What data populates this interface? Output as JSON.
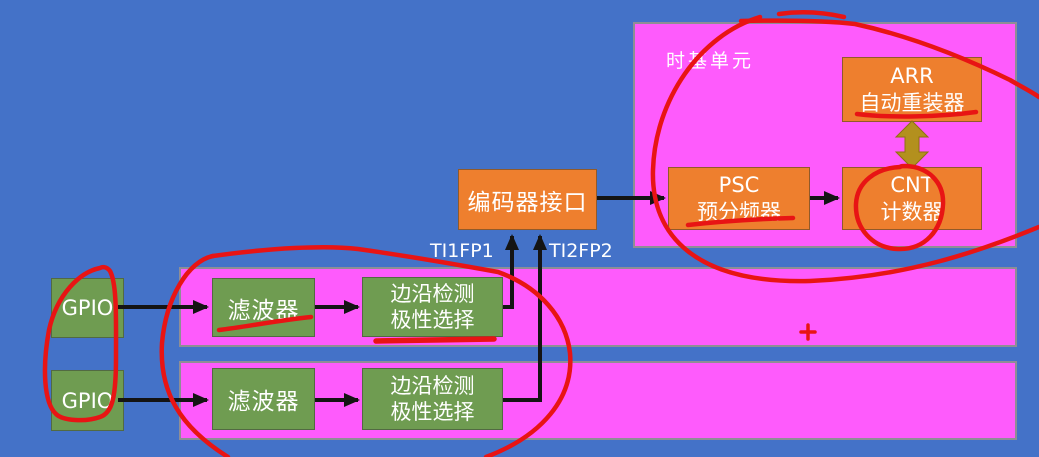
{
  "colors": {
    "blue": "#4472c8",
    "magenta": "#fe5bfc",
    "orange": "#ee7f2e",
    "green": "#6f9c51",
    "white": "#ffffff",
    "red": "#e81414",
    "olive": "#b3901e",
    "black": "#141414"
  },
  "timebase": {
    "title": "时基单元",
    "psc_line1": "PSC",
    "psc_line2": "预分频器",
    "cnt_line1": "CNT",
    "cnt_line2": "计数器",
    "arr_line1": "ARR",
    "arr_line2": "自动重装器"
  },
  "encoder": {
    "label": "编码器接口"
  },
  "signals": {
    "ti1fp1": "TI1FP1",
    "ti2fp2": "TI2FP2"
  },
  "channels": [
    {
      "gpio": "GPIO",
      "filter": "滤波器",
      "edge_line1": "边沿检测",
      "edge_line2": "极性选择"
    },
    {
      "gpio": "GPIO",
      "filter": "滤波器",
      "edge_line1": "边沿检测",
      "edge_line2": "极性选择"
    }
  ],
  "cursor": {
    "plus": "+"
  }
}
